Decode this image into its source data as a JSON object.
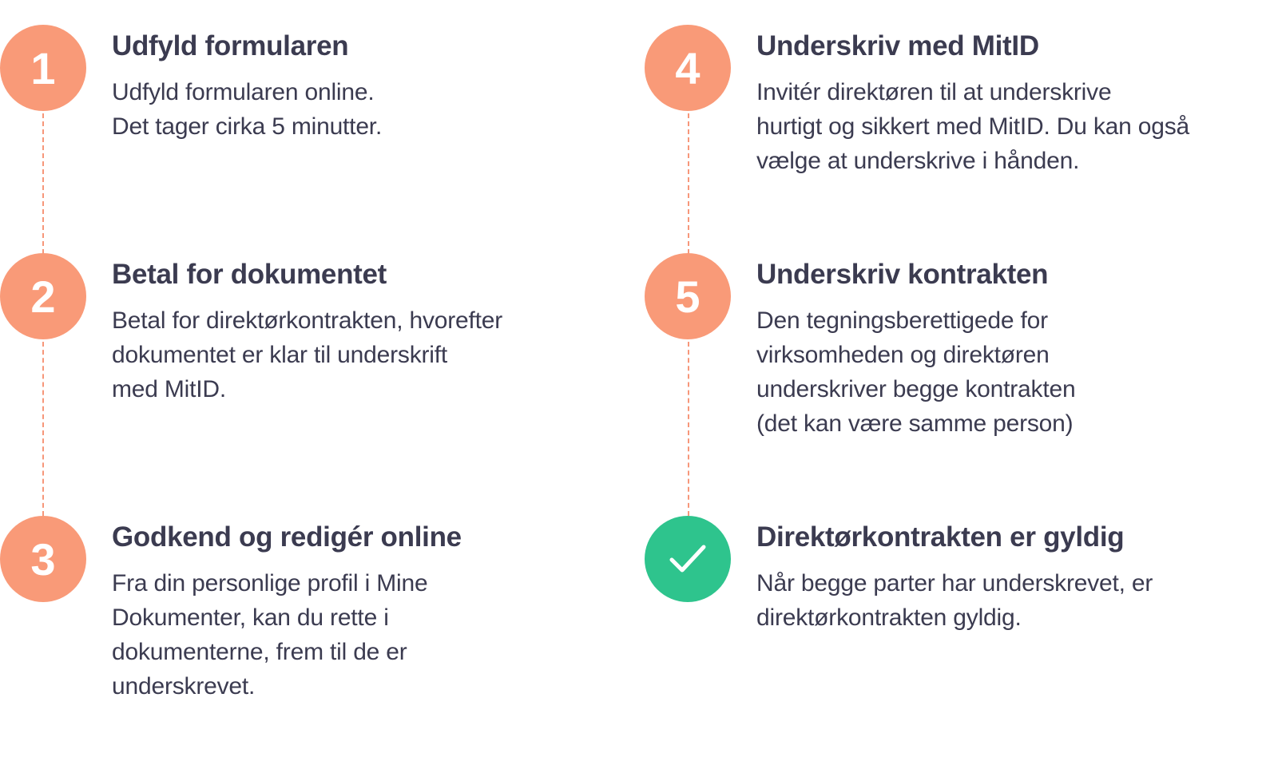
{
  "colors": {
    "step": "#f99a78",
    "done": "#2ec48d",
    "text": "#3b3b50",
    "dash": "#f7977a"
  },
  "steps": [
    {
      "number": "1",
      "title": "Udfyld formularen",
      "lines": [
        "Udfyld formularen online.",
        "Det tager cirka 5 minutter."
      ]
    },
    {
      "number": "2",
      "title": "Betal for dokumentet",
      "lines": [
        "Betal for direktørkontrakten, hvorefter",
        "dokumentet er klar til underskrift",
        "med MitID."
      ]
    },
    {
      "number": "3",
      "title": "Godkend og redigér online",
      "lines": [
        "Fra din personlige profil i Mine",
        "Dokumenter, kan du rette i",
        "dokumenterne, frem til de er",
        "underskrevet."
      ]
    },
    {
      "number": "4",
      "title": "Underskriv med MitID",
      "lines": [
        "Invitér direktøren til at underskrive",
        "hurtigt og sikkert med MitID. Du kan også",
        "vælge at underskrive i hånden."
      ]
    },
    {
      "number": "5",
      "title": "Underskriv kontrakten",
      "lines": [
        "Den tegningsberettigede for",
        "virksomheden og direktøren",
        "underskriver begge kontrakten",
        "(det kan være samme person)"
      ]
    },
    {
      "icon": "check-icon",
      "title": "Direktørkontrakten er gyldig",
      "lines": [
        "Når begge parter har underskrevet, er",
        "direktørkontrakten gyldig."
      ]
    }
  ]
}
